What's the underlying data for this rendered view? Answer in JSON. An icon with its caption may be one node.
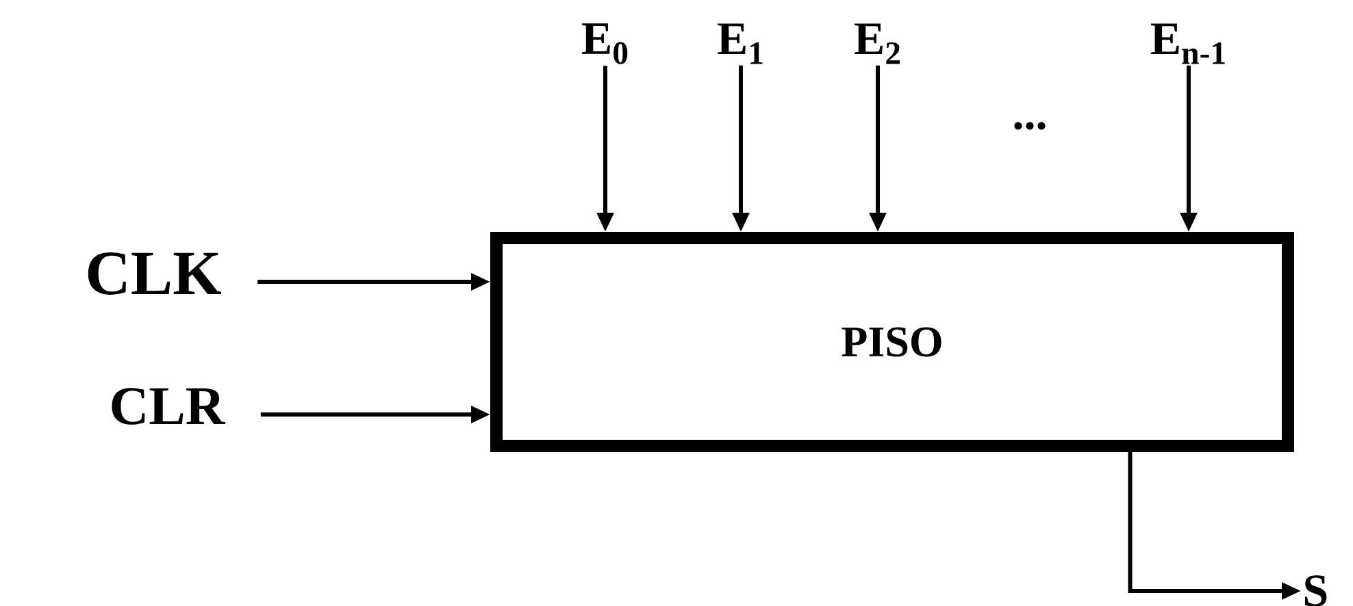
{
  "diagram": {
    "nodes": [
      {
        "text": [
          "PISO"
        ]
      },
      {
        "text": [
          "E$_{0}$"
        ]
      },
      {
        "text": [
          "E$_{1}$"
        ]
      },
      {
        "text": [
          "E$_{2}$"
        ]
      },
      {
        "text": [
          "E$_{n-1}$"
        ]
      },
      {
        "text": [
          "CLK"
        ]
      },
      {
        "text": [
          "CLR"
        ]
      },
      {
        "text": [
          "S"
        ]
      }
    ],
    "edges": [
      {
        "from": 1,
        "to": 0,
        "arrow": "to"
      },
      {
        "from": 2,
        "to": 0,
        "arrow": "to"
      },
      {
        "from": 3,
        "to": 0,
        "arrow": "to"
      },
      {
        "from": 4,
        "to": 0,
        "arrow": "to"
      },
      {
        "from": 5,
        "to": 0,
        "arrow": "to"
      },
      {
        "from": 6,
        "to": 0,
        "arrow": "to"
      },
      {
        "from": 0,
        "to": 7,
        "arrow": "to"
      }
    ],
    "labels": [
      "..."
    ]
  }
}
